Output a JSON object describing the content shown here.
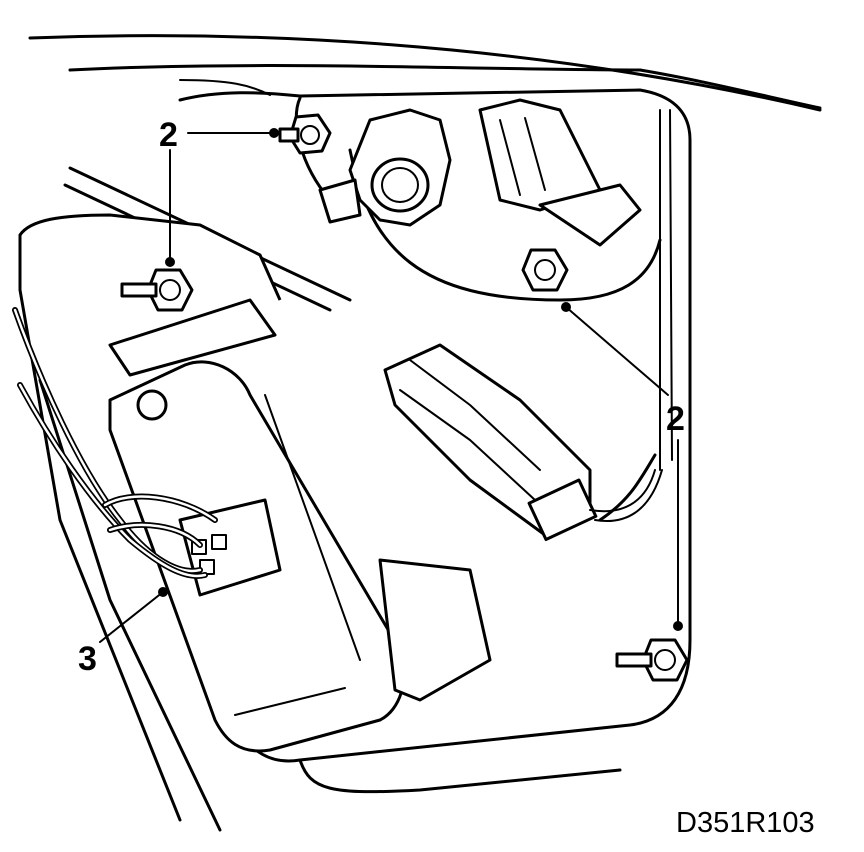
{
  "diagram": {
    "figure_code": "D351R103",
    "callouts": [
      {
        "id": "top-left",
        "label": "2"
      },
      {
        "id": "left",
        "label": "2"
      },
      {
        "id": "right",
        "label": "2"
      },
      {
        "id": "bottom-right",
        "label": "2"
      },
      {
        "id": "connector",
        "label": "3"
      }
    ],
    "parts": [
      "nut-top",
      "nut-left",
      "nut-right",
      "nut-bottom",
      "connector-3"
    ]
  }
}
